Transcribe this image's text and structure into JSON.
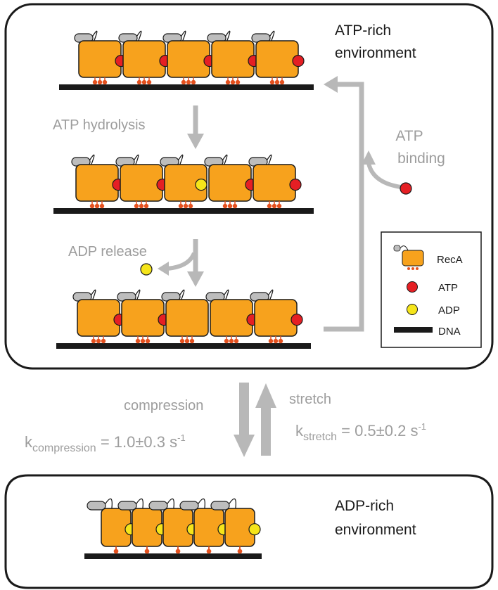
{
  "colors": {
    "subunit": "#f7a21d",
    "subunit_stroke": "#1a1a1a",
    "atp": "#e51f24",
    "adp": "#f5e51a",
    "dna": "#1a1a1a",
    "feet": "#e5511f",
    "tail": "#bdbdbd",
    "arrow": "#b8b8b8",
    "label_grey": "#9d9d9d"
  },
  "top_panel": {
    "environment_line1": "ATP-rich",
    "environment_line2": "environment",
    "step_hydrolysis": "ATP hydrolysis",
    "step_release": "ADP release",
    "step_binding_line1": "ATP",
    "step_binding_line2": "binding",
    "row1_nucleotides": [
      "ATP",
      "ATP",
      "ATP",
      "ATP",
      "ATP"
    ],
    "row2_nucleotides": [
      "ATP",
      "ATP",
      "ADP",
      "ATP",
      "ATP"
    ],
    "row3_nucleotides": [
      "ATP",
      "ATP",
      "none",
      "ATP",
      "ATP"
    ]
  },
  "legend": {
    "items": [
      {
        "label": "RecA",
        "symbol": "recA-subunit-icon"
      },
      {
        "label": "ATP",
        "symbol": "atp-circle-icon"
      },
      {
        "label": "ADP",
        "symbol": "adp-circle-icon"
      },
      {
        "label": "DNA",
        "symbol": "dna-bar-icon"
      }
    ]
  },
  "transition": {
    "compression_label": "compression",
    "stretch_label": "stretch",
    "k_compression": {
      "symbol": "k",
      "subscript": "compression",
      "value": " = 1.0±0.3 s",
      "exponent": "-1"
    },
    "k_stretch": {
      "symbol": "k",
      "subscript": "stretch",
      "value": " = 0.5±0.2 s",
      "exponent": "-1"
    }
  },
  "bottom_panel": {
    "environment_line1": "ADP-rich",
    "environment_line2": "environment",
    "row_nucleotides": [
      "ADP",
      "ADP",
      "ADP",
      "ADP",
      "ADP"
    ]
  }
}
